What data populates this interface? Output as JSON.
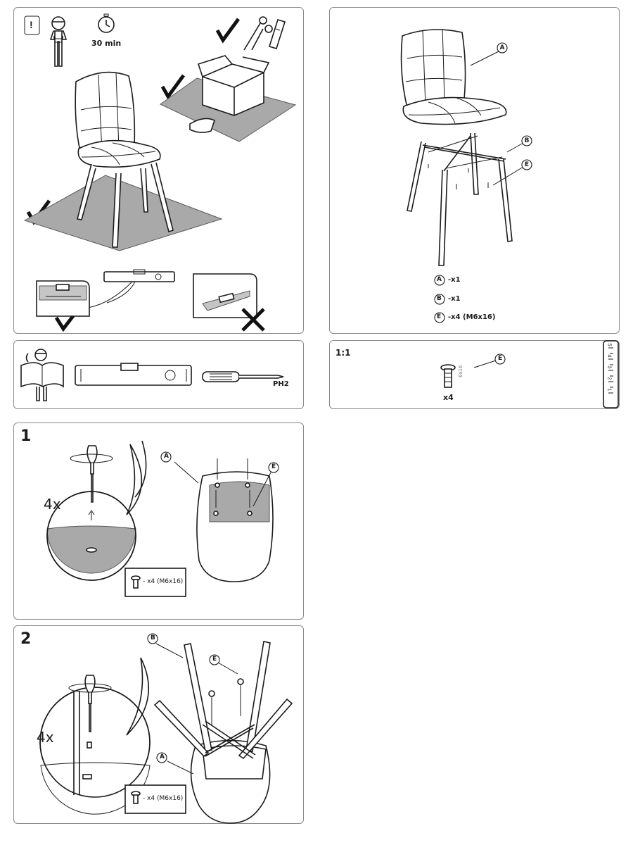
{
  "overview": {
    "time_label": "30 min",
    "warning_symbol": "!"
  },
  "tools": {
    "screwdriver_label": "PH2"
  },
  "parts": {
    "items": [
      {
        "letter": "A",
        "qty": "-x1"
      },
      {
        "letter": "B",
        "qty": "-x1"
      },
      {
        "letter": "E",
        "qty": "-x4 (M6x16)"
      }
    ]
  },
  "scale": {
    "ratio": "1:1",
    "screw_letter": "E",
    "screw_qty": "x4",
    "screw_size": "6x16",
    "ruler_numbers": [
      "5",
      "4",
      "3",
      "2",
      "1"
    ]
  },
  "step1": {
    "number": "1",
    "repeat": "4x",
    "label_seat": "A",
    "label_screw": "E",
    "legend": "- x4 (M6x16)"
  },
  "step2": {
    "number": "2",
    "repeat": "4x",
    "label_legs": "B",
    "label_screw": "E",
    "label_seat": "A",
    "legend": "- x4 (M6x16)"
  },
  "icons": {
    "safety": "info-person-icon",
    "timer": "stopwatch-icon",
    "scissors": "scissors-icon",
    "cutter": "utility-knife-icon",
    "level": "spirit-level-icon",
    "screwdriver": "screwdriver-icon",
    "phone_manual": "phone-manual-icon"
  }
}
